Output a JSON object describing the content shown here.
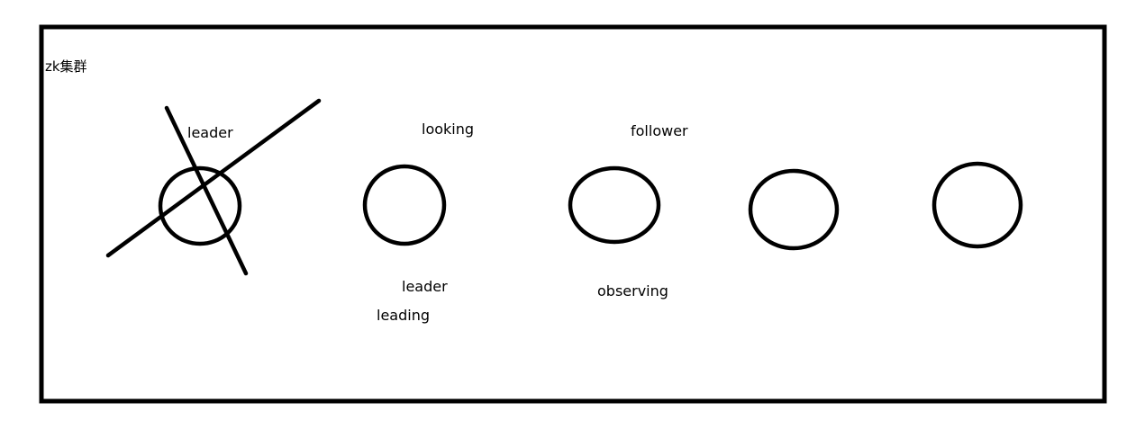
{
  "title": "zk集群",
  "labels": {
    "node1_state": "leader",
    "node2_state": "looking",
    "node2_new_role": "leader",
    "node2_new_state": "leading",
    "node3_role": "follower",
    "node3_state": "observing"
  },
  "colors": {
    "stroke": "#000000",
    "background": "#ffffff"
  }
}
